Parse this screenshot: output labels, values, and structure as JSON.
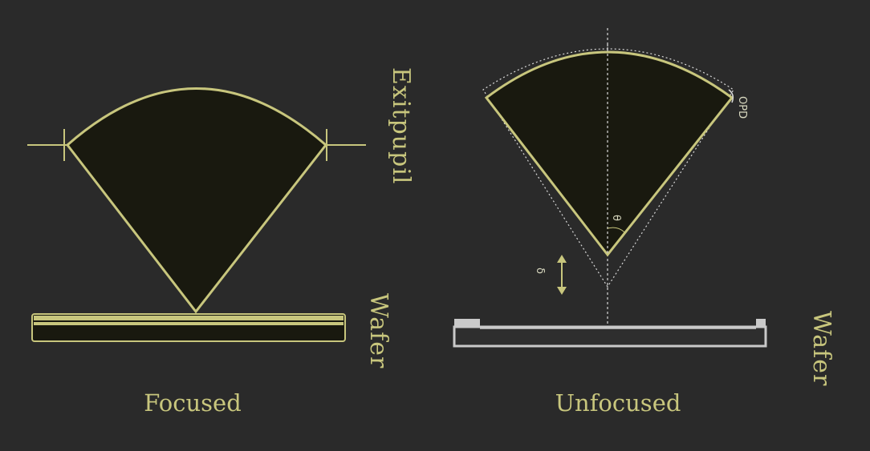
{
  "labels": {
    "exit_pupil": "Exitpupil",
    "wafer_left": "Wafer",
    "wafer_right": "Wafer",
    "focused": "Focused",
    "unfocused": "Unfocused",
    "opd": "OPD",
    "theta": "θ",
    "delta": "δ"
  },
  "colors": {
    "background": "#2a2a2a",
    "outline": "#c8c67d",
    "fill": "#19190f",
    "wafer_gray": "#c9c9c9",
    "dotted": "#d8d8d8"
  }
}
